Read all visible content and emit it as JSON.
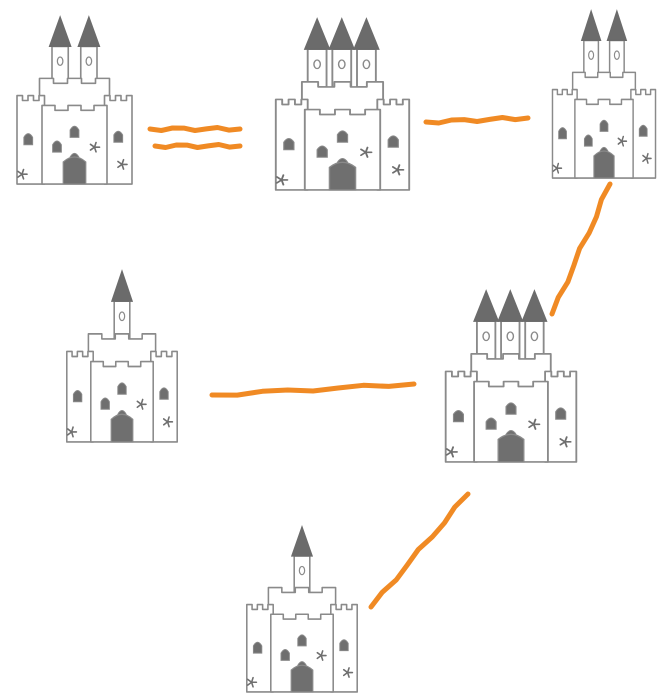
{
  "diagram": {
    "type": "castle-connection-diagram",
    "colors": {
      "connector": "#f08a24",
      "outline": "#8a8a8a",
      "roof": "#6b6b6b",
      "window": "#6f6f6f",
      "background": "#ffffff"
    },
    "castles": [
      {
        "id": "castle-1",
        "towers": 2
      },
      {
        "id": "castle-2",
        "towers": 3
      },
      {
        "id": "castle-3",
        "towers": 2
      },
      {
        "id": "castle-4",
        "towers": 1
      },
      {
        "id": "castle-5",
        "towers": 3
      },
      {
        "id": "castle-6",
        "towers": 1
      }
    ],
    "connectors": [
      {
        "from": "castle-1",
        "to": "castle-2",
        "style": "double"
      },
      {
        "from": "castle-2",
        "to": "castle-3",
        "style": "single"
      },
      {
        "from": "castle-3",
        "to": "castle-5",
        "style": "single"
      },
      {
        "from": "castle-4",
        "to": "castle-5",
        "style": "single"
      },
      {
        "from": "castle-5",
        "to": "castle-6",
        "style": "single"
      }
    ]
  }
}
